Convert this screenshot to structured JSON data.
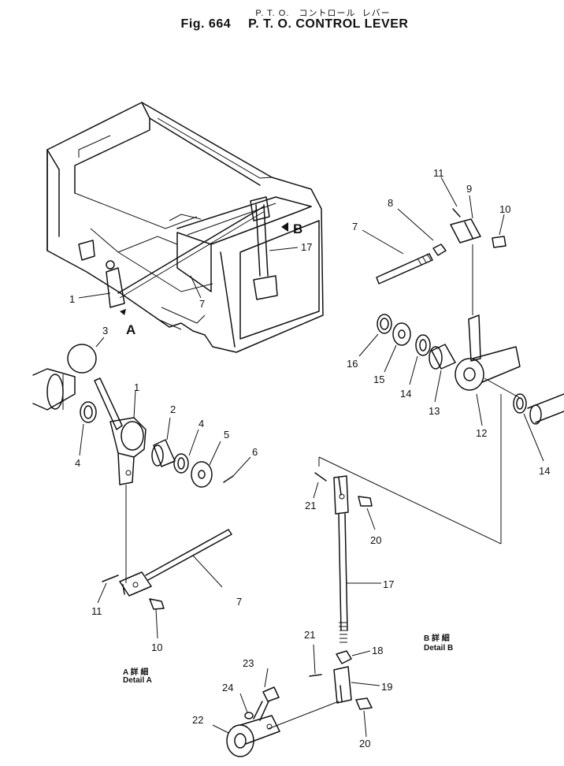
{
  "header": {
    "subtitle_jp": "P. T. O.   コントロール  レバー",
    "fig_label": "Fig. 664",
    "title": "P. T. O. CONTROL LEVER"
  },
  "view_labels": {
    "view_a": "A",
    "view_b": "B"
  },
  "details": {
    "a_jp": "A  詳  細",
    "a_en": "Detail  A",
    "b_jp": "B  詳  細",
    "b_en": "Detail  B"
  },
  "callouts": {
    "c1_top": "1",
    "c7_top": "7",
    "c17_top": "17",
    "c3": "3",
    "c1": "1",
    "c2": "2",
    "c4_left": "4",
    "c4_right": "4",
    "c5": "5",
    "c6": "6",
    "c11_a": "11",
    "c10_a": "10",
    "c7_a": "7",
    "c11_b": "11",
    "c9": "9",
    "c8": "8",
    "c10_b": "10",
    "c7_b": "7",
    "c16": "16",
    "c15": "15",
    "c14_a": "14",
    "c13": "13",
    "c12": "12",
    "c14_b": "14",
    "c21_top": "21",
    "c20_top": "20",
    "c17": "17",
    "c21_bot": "21",
    "c18": "18",
    "c19": "19",
    "c23": "23",
    "c24": "24",
    "c22": "22",
    "c20_bot": "20"
  }
}
